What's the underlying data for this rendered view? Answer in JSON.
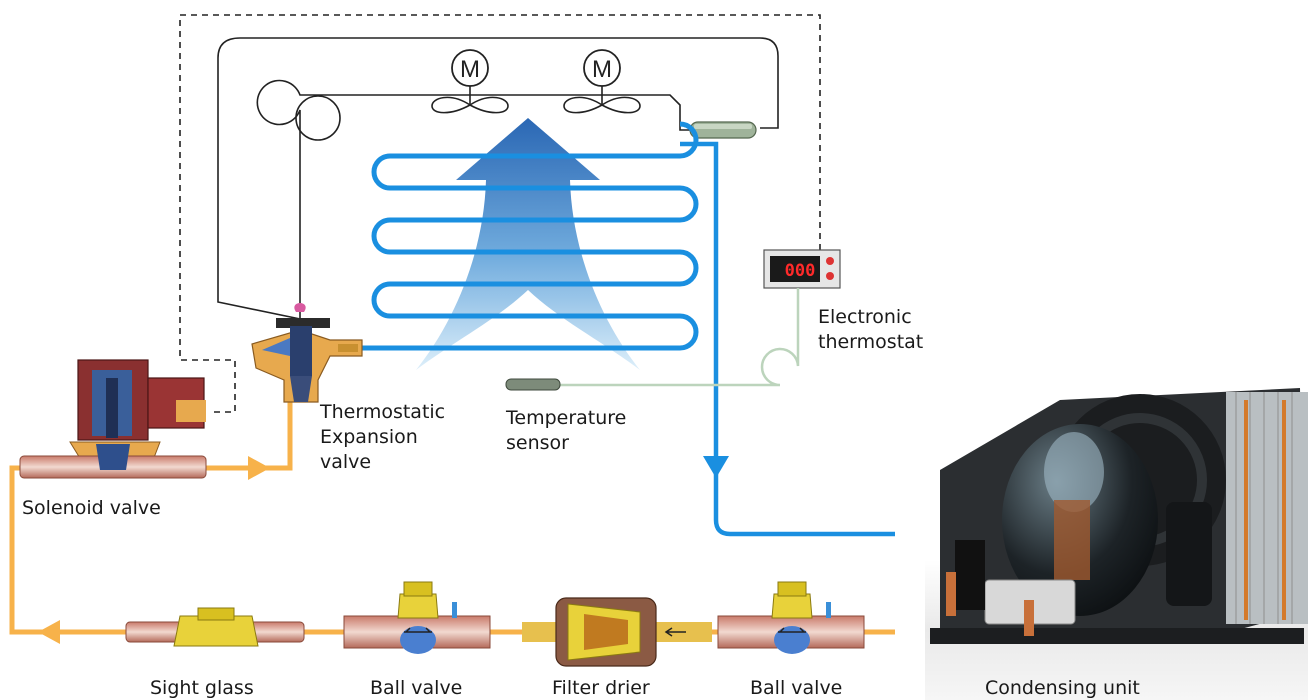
{
  "labels": {
    "electronic_thermostat": [
      "Electronic",
      "thermostat"
    ],
    "thermostatic_expansion_valve": [
      "Thermostatic",
      "Expansion",
      "valve"
    ],
    "temperature_sensor": [
      "Temperature",
      "sensor"
    ],
    "solenoid_valve": "Solenoid valve",
    "sight_glass": "Sight glass",
    "ball_valve_left": "Ball valve",
    "filter_drier": "Filter drier",
    "ball_valve_right": "Ball valve",
    "condensing_unit": "Condensing unit"
  },
  "fan_motor_symbol": "M",
  "thermostat_display": "000",
  "colors": {
    "liquid_line": "#f7b24a",
    "suction_line": "#1a8fe0",
    "evaporator_coil": "#1a8fe0",
    "airflow_arrow": "#1f5fb0",
    "control_wire": "#222222",
    "sensor_cable": "#bcd4bc",
    "brass": "#e7a94e"
  }
}
